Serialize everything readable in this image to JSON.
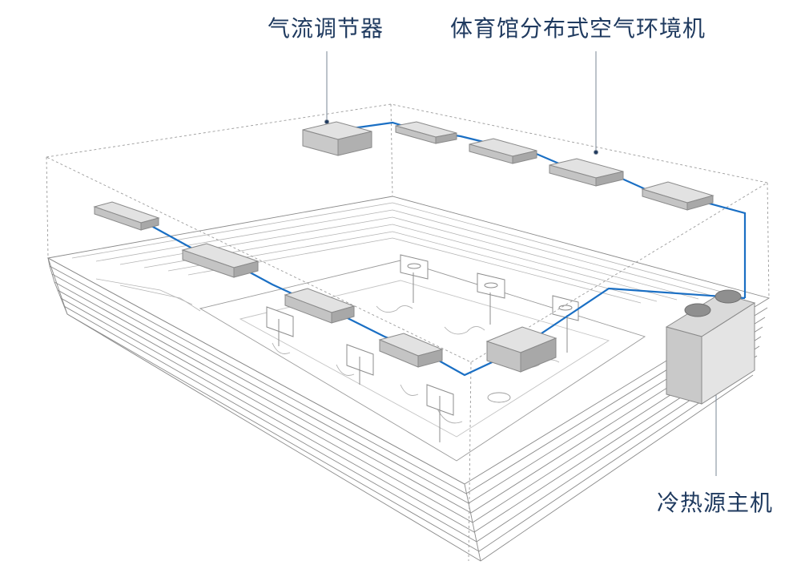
{
  "labels": {
    "airflow_regulator": "气流调节器",
    "distributed_system": "体育馆分布式空气环境机",
    "host_unit": "冷热源主机"
  },
  "colors": {
    "pipe": "#1a6fc4",
    "label_text": "#1f3a5f",
    "leader_line": "#7a8796",
    "unit_top": "#e2e2e2",
    "unit_side": "#b4b4b4",
    "wire": "#9a9a9a"
  }
}
